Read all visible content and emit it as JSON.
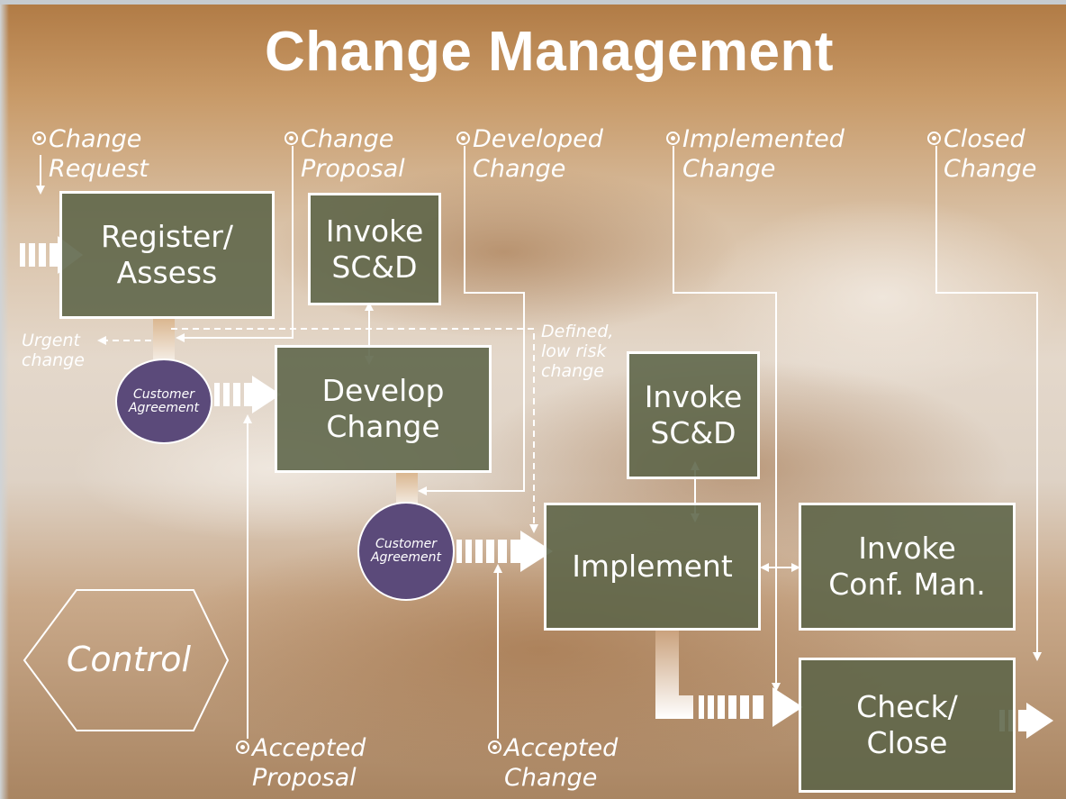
{
  "title": "Change Management",
  "boxes": {
    "register": "Register/\nAssess",
    "invoke_scd_1": "Invoke\nSC&D",
    "develop": "Develop\nChange",
    "invoke_scd_2": "Invoke\nSC&D",
    "implement": "Implement",
    "invoke_conf": "Invoke\nConf. Man.",
    "check_close": "Check/\nClose"
  },
  "agreements": {
    "first": "Customer\nAgreement",
    "second": "Customer\nAgreement"
  },
  "top_labels": {
    "change_request": "Change\nRequest",
    "change_proposal": "Change\nProposal",
    "developed_change": "Developed\nChange",
    "implemented_change": "Implemented\nChange",
    "closed_change": "Closed\nChange"
  },
  "bottom_labels": {
    "accepted_proposal": "Accepted\nProposal",
    "accepted_change": "Accepted\nChange"
  },
  "side_labels": {
    "urgent_change": "Urgent\nchange",
    "defined_low_risk": "Defined,\nlow risk\nchange"
  },
  "control": "Control",
  "colors": {
    "box_fill": "#5c6448",
    "agreement_fill": "#5b4a7a",
    "lines": "#ffffff"
  }
}
